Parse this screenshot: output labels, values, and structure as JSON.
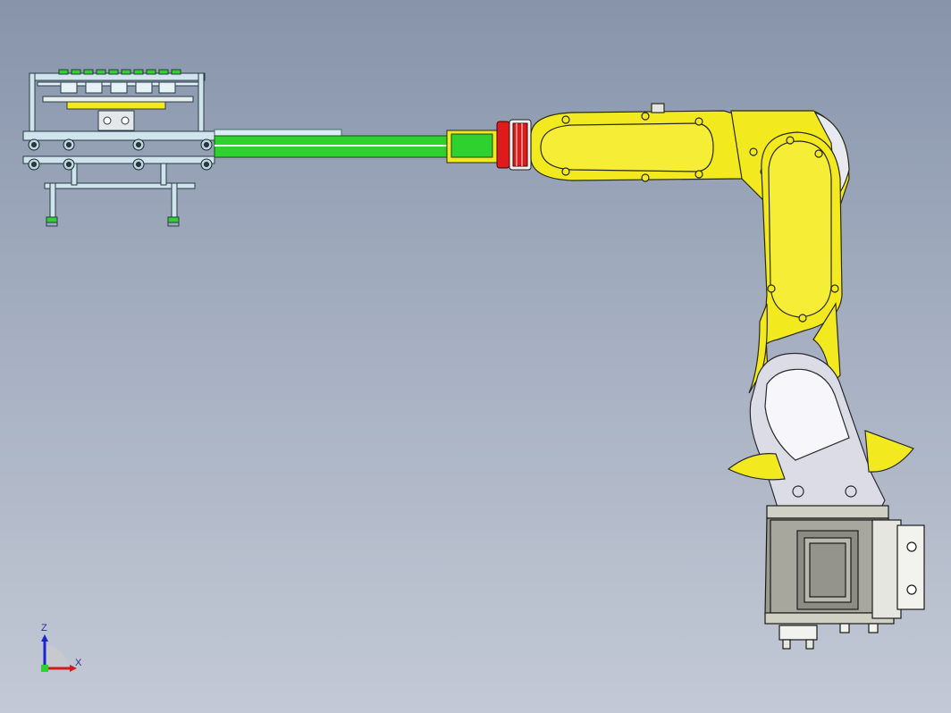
{
  "viewport": {
    "background_top": "#8794aa",
    "background_bottom": "#c3c9d5"
  },
  "colors": {
    "robot_body": "#f2ea1e",
    "robot_outline": "#2a2a14",
    "arm_extension": "#2fd12f",
    "flange_red": "#e01a1a",
    "gripper_frame": "#cfe4ec",
    "base_gray": "#9a9a92",
    "joint_silver": "#dcdce6"
  },
  "model": {
    "parts": [
      {
        "name": "robot-base",
        "icon": "robot-base-shape"
      },
      {
        "name": "lower-joint",
        "icon": "joint-shape"
      },
      {
        "name": "lower-arm",
        "icon": "arm-link-shape"
      },
      {
        "name": "elbow-housing",
        "icon": "housing-shape"
      },
      {
        "name": "upper-arm",
        "icon": "arm-link-shape"
      },
      {
        "name": "wrist-flange",
        "icon": "flange-shape"
      },
      {
        "name": "arm-extension",
        "icon": "beam-shape"
      },
      {
        "name": "vacuum-gripper",
        "icon": "gripper-shape"
      }
    ]
  },
  "triad": {
    "z_label": "Z",
    "x_label": "X",
    "z_color": "#1b26c9",
    "x_color": "#d11a1a"
  }
}
